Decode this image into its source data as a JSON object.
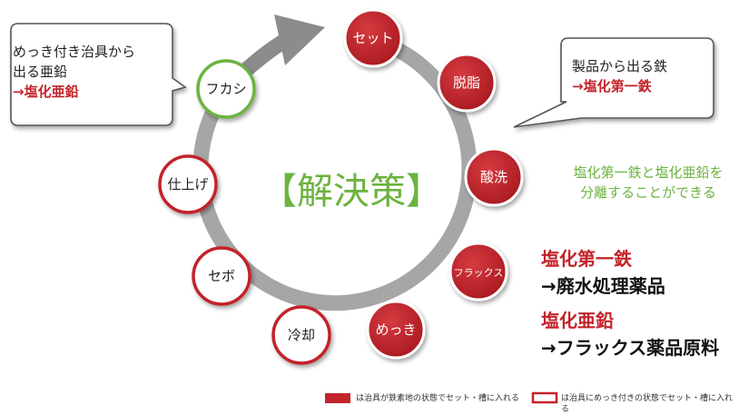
{
  "nodes": [
    {
      "label": "セット",
      "style": "filled"
    },
    {
      "label": "脱脂",
      "style": "filled"
    },
    {
      "label": "酸洗",
      "style": "filled"
    },
    {
      "label": "フラックス",
      "style": "filled"
    },
    {
      "label": "めっき",
      "style": "filled"
    },
    {
      "label": "冷却",
      "style": "outline"
    },
    {
      "label": "セボ",
      "style": "outline"
    },
    {
      "label": "仕上げ",
      "style": "outline"
    },
    {
      "label": "フカシ",
      "style": "green"
    }
  ],
  "center_title": "【解決策】",
  "callout_left": {
    "line1": "めっき付き治具から",
    "line2": "出る亜鉛",
    "line3": "→塩化亜鉛"
  },
  "callout_right": {
    "line1": "製品から出る鉄",
    "line2": "→塩化第一鉄"
  },
  "green_note": {
    "line1": "塩化第一鉄と塩化亜鉛を",
    "line2": "分離することができる"
  },
  "results": {
    "r1_head": "塩化第一鉄",
    "r1_body": "→廃水処理薬品",
    "r2_head": "塩化亜鉛",
    "r2_body": "→フラックス薬品原料"
  },
  "legend": {
    "filled_text": "は治具が鉄素地の状態でセット・槽に入れる",
    "outline_text": "は治具にめっき付きの状態でセット・槽に入れる"
  },
  "colors": {
    "red": "#c3242b",
    "green": "#6cb33f",
    "ring": "#a6a6a6"
  }
}
